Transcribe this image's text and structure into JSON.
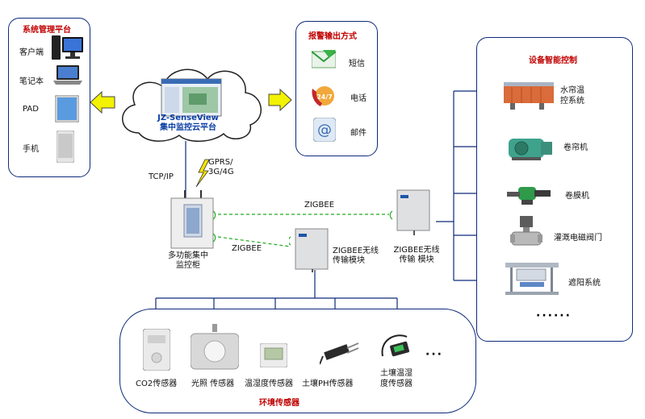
{
  "sys_panel": {
    "title": "系统管理平台",
    "items": [
      {
        "label": "客户端",
        "icon": "desktop-computer-icon"
      },
      {
        "label": "笔记本",
        "icon": "laptop-icon"
      },
      {
        "label": "PAD",
        "icon": "tablet-icon"
      },
      {
        "label": "手机",
        "icon": "phone-icon"
      }
    ]
  },
  "cloud": {
    "line1": "JZ-SenseView",
    "line2": "集中监控云平台"
  },
  "alarm_panel": {
    "title": "报警输出方式",
    "items": [
      {
        "label": "短信",
        "icon": "sms-envelope-icon"
      },
      {
        "label": "电话",
        "icon": "phone-24-7-icon"
      },
      {
        "label": "邮件",
        "icon": "email-at-icon"
      }
    ]
  },
  "control_panel": {
    "title": "设备智能控制",
    "items": [
      {
        "label_line1": "水帘温",
        "label_line2": "控系统",
        "icon": "water-curtain-icon"
      },
      {
        "label_line1": "卷帘机",
        "icon": "curtain-roller-icon"
      },
      {
        "label_line1": "卷膜机",
        "icon": "film-roller-icon"
      },
      {
        "label_line1": "灌溉电磁阀门",
        "icon": "solenoid-valve-icon"
      },
      {
        "label_line1": "遮阳系统",
        "icon": "shade-system-icon"
      }
    ],
    "more": "······"
  },
  "links": {
    "tcpip": "TCP/IP",
    "gprs_line1": "GPRS/",
    "gprs_line2": "3G/4G",
    "zigbee_top": "ZIGBEE",
    "zigbee_left": "ZIGBEE"
  },
  "cabinet": {
    "line1": "多功能集中",
    "line2": "监控柜"
  },
  "module_mid": {
    "line1": "ZIGBEE无线",
    "line2": "传输模块"
  },
  "module_right": {
    "line1": "ZIGBEE无线",
    "line2": "传输 模块"
  },
  "sensors": {
    "title": "环境传感器",
    "items": [
      {
        "label_line1": "CO2传感器",
        "icon": "co2-sensor-icon"
      },
      {
        "label_line1": "光照 传感器",
        "icon": "light-sensor-icon"
      },
      {
        "label_line1": "温湿度传感器",
        "icon": "temp-humidity-sensor-icon"
      },
      {
        "label_line1": "土壤PH传感器",
        "icon": "soil-ph-sensor-icon"
      },
      {
        "label_line1": "土壤温湿",
        "label_line2": "度传感器",
        "icon": "soil-temp-humidity-sensor-icon"
      }
    ],
    "more": "···"
  }
}
